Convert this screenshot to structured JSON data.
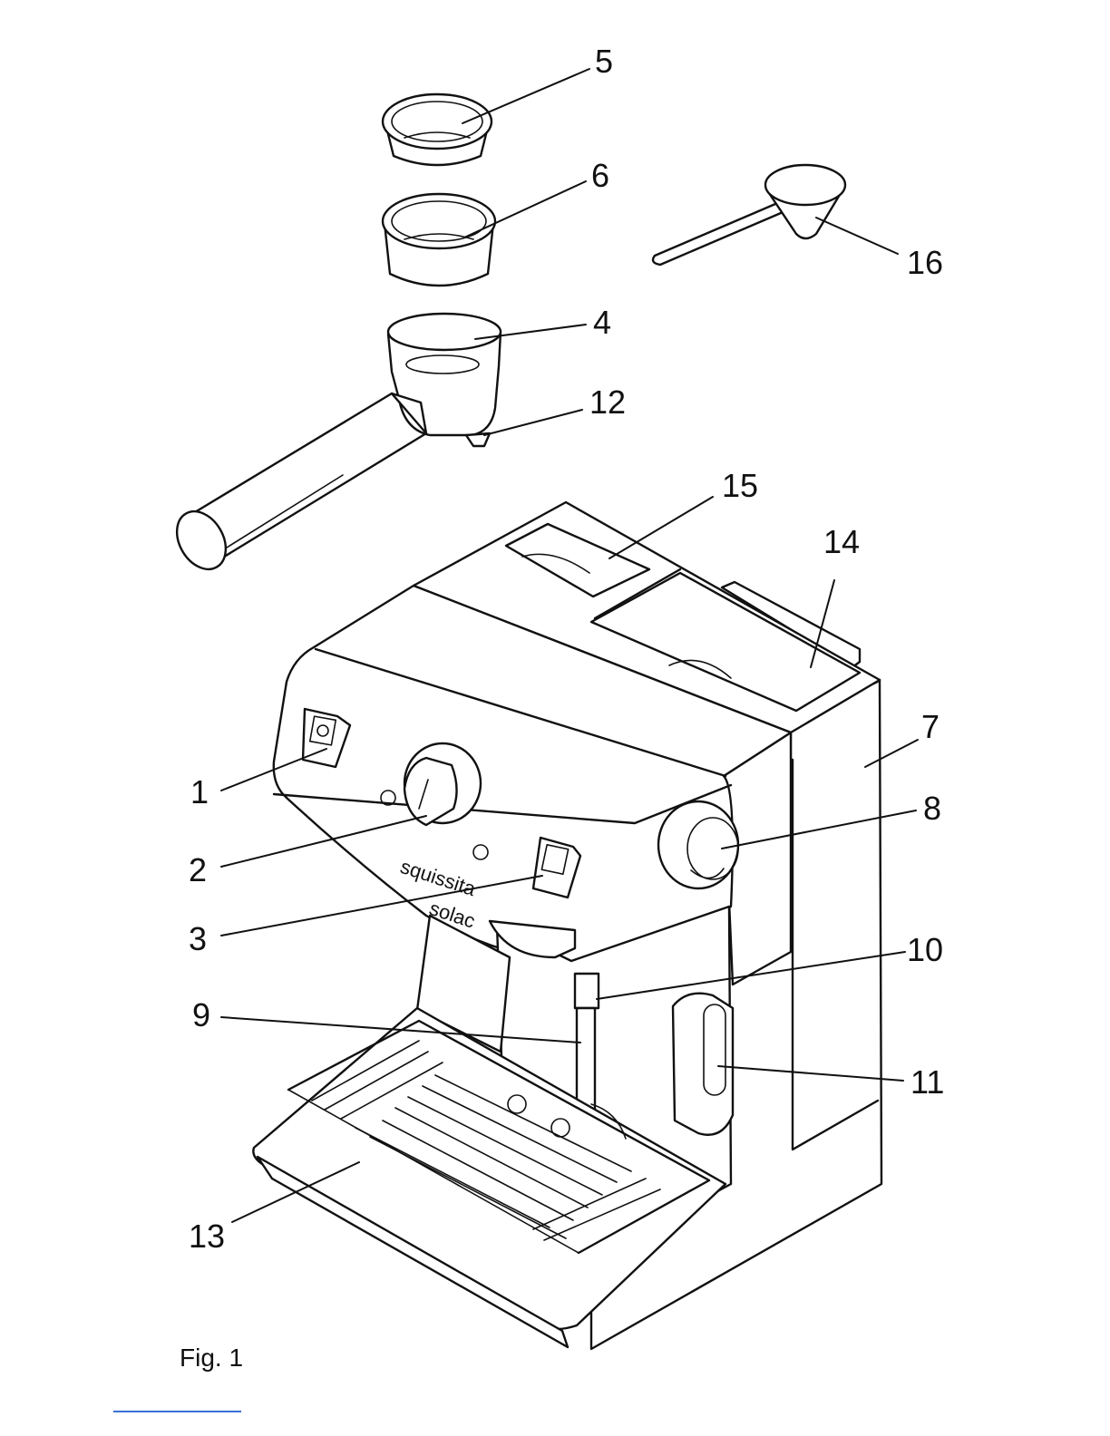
{
  "figure": {
    "caption": "Fig. 1",
    "brand_line1": "squissita",
    "brand_line2": "solac",
    "callouts": [
      {
        "id": "1",
        "label": "1"
      },
      {
        "id": "2",
        "label": "2"
      },
      {
        "id": "3",
        "label": "3"
      },
      {
        "id": "4",
        "label": "4"
      },
      {
        "id": "5",
        "label": "5"
      },
      {
        "id": "6",
        "label": "6"
      },
      {
        "id": "7",
        "label": "7"
      },
      {
        "id": "8",
        "label": "8"
      },
      {
        "id": "9",
        "label": "9"
      },
      {
        "id": "10",
        "label": "10"
      },
      {
        "id": "11",
        "label": "11"
      },
      {
        "id": "12",
        "label": "12"
      },
      {
        "id": "13",
        "label": "13"
      },
      {
        "id": "14",
        "label": "14"
      },
      {
        "id": "15",
        "label": "15"
      },
      {
        "id": "16",
        "label": "16"
      }
    ]
  }
}
